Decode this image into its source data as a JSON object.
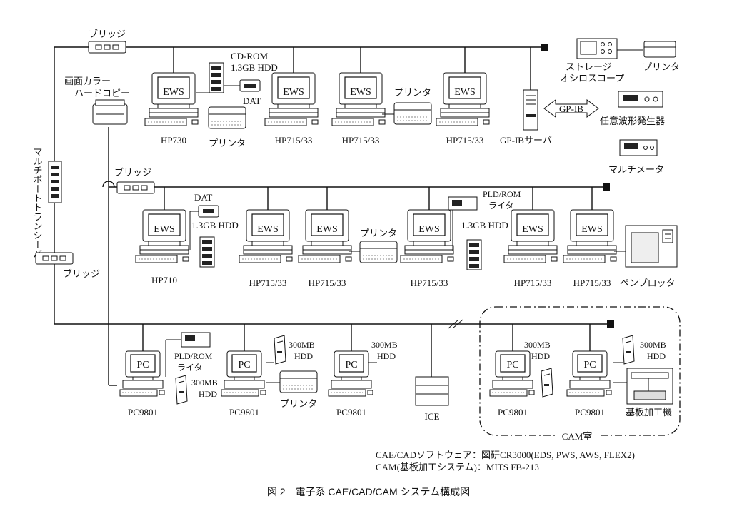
{
  "devices": {
    "bridge_top": "ブリッジ",
    "bridge_mid": "ブリッジ",
    "bridge_low": "ブリッジ",
    "color_copy_1": "画面カラー",
    "color_copy_2": "ハードコピー",
    "transceiver": "マルチポートトランシーバ",
    "cdrom_1": "CD-ROM",
    "cdrom_2": "1.3GB HDD",
    "dat_top": "DAT",
    "printer_r1a": "プリンタ",
    "printer_r1b": "プリンタ",
    "printer_r1c": "プリンタ",
    "storage_scope_1": "ストレージ",
    "storage_scope_2": "オシロスコープ",
    "gpib": "GP-IB",
    "gpib_server": "GP-IBサーバ",
    "wavegen": "任意波形発生器",
    "multimeter": "マルチメータ",
    "dat_mid": "DAT",
    "hdd_mid_a": "1.3GB HDD",
    "hdd_mid_b": "1.3GB HDD",
    "pld_rom_1": "PLD/ROM",
    "pld_rom_2": "ライタ",
    "printer_r2": "プリンタ",
    "pen_plotter": "ペンプロッタ",
    "pld_rom_3": "PLD/ROM",
    "pld_rom_4": "ライタ",
    "hdd300_a1": "300MB",
    "hdd300_a2": "HDD",
    "hdd300_b1": "300MB",
    "hdd300_b2": "HDD",
    "hdd300_c1": "300MB",
    "hdd300_c2": "HDD",
    "hdd300_d1": "300MB",
    "hdd300_d2": "HDD",
    "hdd300_e1": "300MB",
    "hdd300_e2": "HDD",
    "printer_r3": "プリンタ",
    "ice": "ICE",
    "board_machine": "基板加工機",
    "cam_room": "CAM室"
  },
  "machines": {
    "hp730": "HP730",
    "hp715_a": "HP715/33",
    "hp715_b": "HP715/33",
    "hp715_c": "HP715/33",
    "hp710": "HP710",
    "hp715_d": "HP715/33",
    "hp715_e": "HP715/33",
    "hp715_f": "HP715/33",
    "hp715_g": "HP715/33",
    "hp715_h": "HP715/33",
    "pc_a": "PC9801",
    "pc_b": "PC9801",
    "pc_c": "PC9801",
    "pc_d": "PC9801",
    "pc_e": "PC9801"
  },
  "screens": {
    "ews": "EWS",
    "pc": "PC"
  },
  "notes": {
    "line1": "CAE/CADソフトウェア：図研CR3000(EDS, PWS, AWS, FLEX2)",
    "line2": "CAM(基板加工システム)：MITS FB-213"
  },
  "caption": "図 2　電子系 CAE/CAD/CAM システム構成図"
}
